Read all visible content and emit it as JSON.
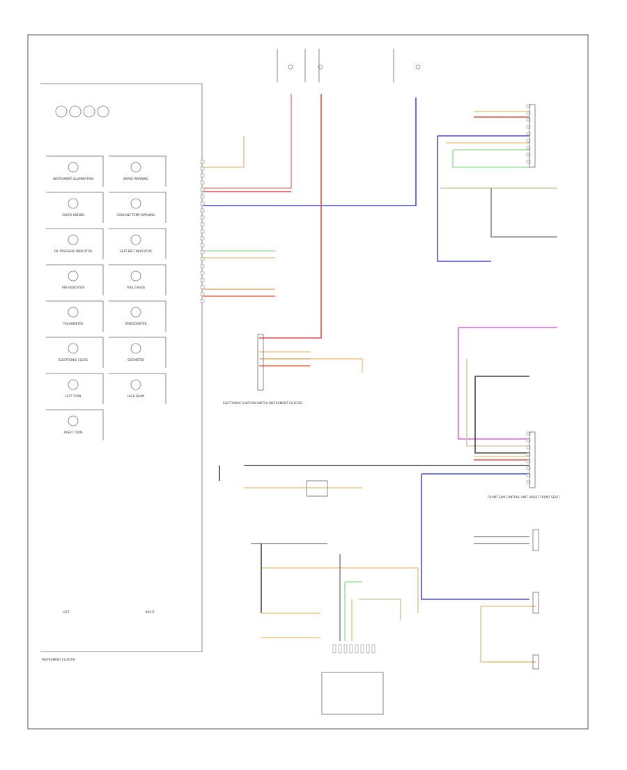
{
  "diagram": {
    "labels": [
      {
        "id": "instrument-cluster-label",
        "text": "INSTRUMENT CLUSTER"
      },
      {
        "id": "electronic-ignition-label",
        "text": "ELECTRONIC IGNITION SWITCH INSTRUMENT CLUSTER"
      },
      {
        "id": "front-sam-label",
        "text": "FRONT SAM CONTROL UNIT (RIGHT FRONT SEAT)"
      },
      {
        "id": "left-label",
        "text": "LEFT"
      },
      {
        "id": "right-label",
        "text": "RIGHT"
      }
    ],
    "cluster_indicators": [
      {
        "id": "instrument-illumination",
        "text": "INSTRUMENT ILLUMINATION"
      },
      {
        "id": "brake-warning",
        "text": "BRAKE WARNING"
      },
      {
        "id": "check-engine",
        "text": "CHECK ENGINE"
      },
      {
        "id": "coolant-temp",
        "text": "COOLANT TEMP WARNING"
      },
      {
        "id": "oil-pressure",
        "text": "OIL PRESSURE INDICATOR"
      },
      {
        "id": "seat-belt",
        "text": "SEAT BELT INDICATOR"
      },
      {
        "id": "abs-indicator",
        "text": "ABS INDICATOR"
      },
      {
        "id": "fuel-gauge",
        "text": "FUEL GAUGE"
      },
      {
        "id": "tachometer",
        "text": "TACHOMETER"
      },
      {
        "id": "speedometer",
        "text": "SPEEDOMETER"
      },
      {
        "id": "electronic-clock",
        "text": "ELECTRONIC CLOCK"
      },
      {
        "id": "odometer",
        "text": "ODOMETER"
      },
      {
        "id": "left-turn",
        "text": "LEFT TURN"
      },
      {
        "id": "high-beam",
        "text": "HIGH BEAM"
      },
      {
        "id": "right-turn",
        "text": "RIGHT TURN"
      }
    ]
  },
  "colors": {
    "red": "#e34b4b",
    "blue": "#4a4adc",
    "green": "#9be39b",
    "tan": "#e8c98a",
    "violet": "#e060e0",
    "black": "#444444"
  }
}
